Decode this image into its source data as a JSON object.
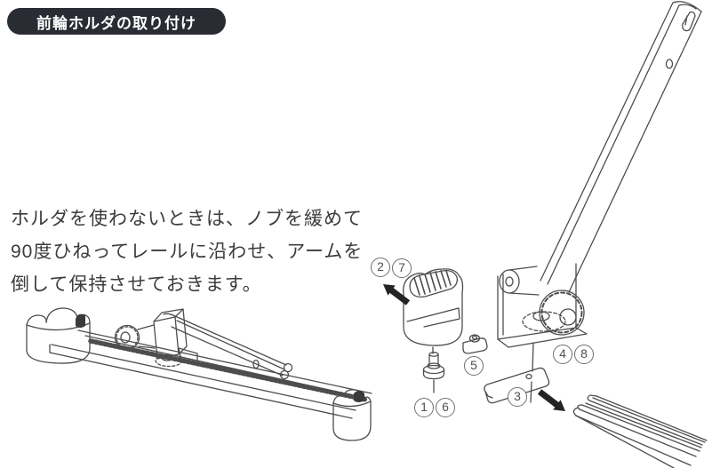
{
  "header": {
    "title": "前輪ホルダの取り付け"
  },
  "note": {
    "lines": [
      "ホルダを使わないときは、ノブを緩めて",
      "90度ひねってレールに沿わせ、アームを",
      "倒して保持させておきます。"
    ]
  },
  "callouts": {
    "bolt_first": "1",
    "knob_first": "2",
    "plate": "3",
    "assembly_first": "4",
    "nut": "5",
    "bolt_second": "6",
    "knob_second": "7",
    "assembly_second": "8"
  },
  "colors": {
    "banner_bg": "#292c33",
    "banner_text": "#ffffff",
    "body_text": "#3c3c3c",
    "line_art": "#4d4d4d",
    "callout_border": "#6f6f6f"
  }
}
